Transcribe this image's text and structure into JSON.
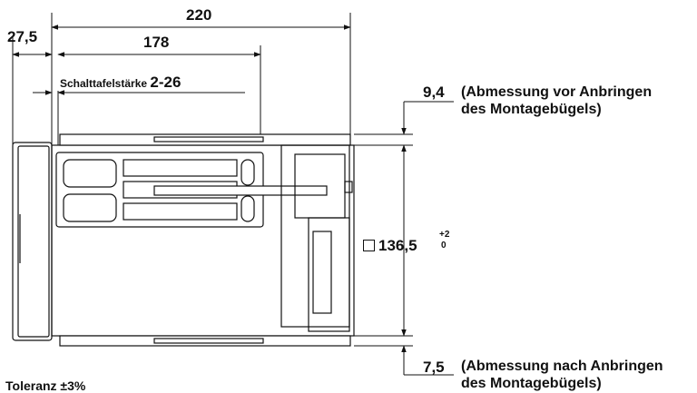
{
  "dimensions": {
    "overall_depth": "220",
    "front_depth": "27,5",
    "body_depth": "178",
    "panel_thickness_label": "Schalttafelstärke",
    "panel_thickness_value": "2-26",
    "top_offset": "9,4",
    "top_offset_note_line1": "(Abmessung vor Anbringen",
    "top_offset_note_line2": "des Montagebügels)",
    "cutout_size": "136,5",
    "cutout_tol_upper": "+2",
    "cutout_tol_lower": "0",
    "bottom_offset": "7,5",
    "bottom_offset_note_line1": "(Abmessung nach Anbringen",
    "bottom_offset_note_line2": "des Montagebügels)"
  },
  "tolerance_note": "Toleranz ±3%"
}
